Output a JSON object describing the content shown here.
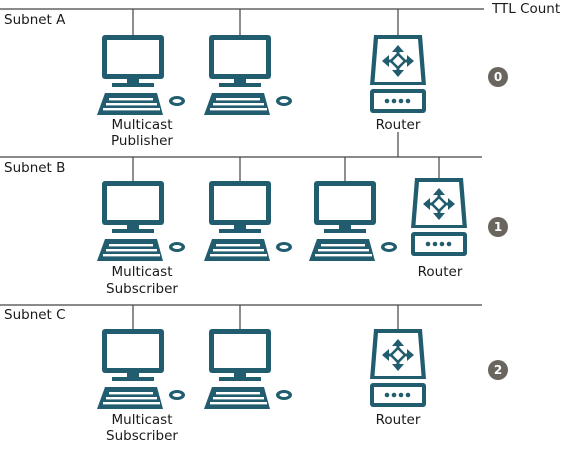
{
  "header": {
    "ttl_label": "TTL Count"
  },
  "subnets": [
    {
      "label": "Subnet A",
      "ttl": "0",
      "host_caption": [
        "Multicast",
        "Publisher"
      ],
      "router_caption": "Router"
    },
    {
      "label": "Subnet B",
      "ttl": "1",
      "host_caption": [
        "Multicast",
        "Subscriber"
      ],
      "router_caption": "Router"
    },
    {
      "label": "Subnet C",
      "ttl": "2",
      "host_caption": [
        "Multicast",
        "Subscriber"
      ],
      "router_caption": "Router"
    }
  ],
  "colors": {
    "device": "#215d6e",
    "line": "#444444",
    "badge": "#6b6560"
  }
}
